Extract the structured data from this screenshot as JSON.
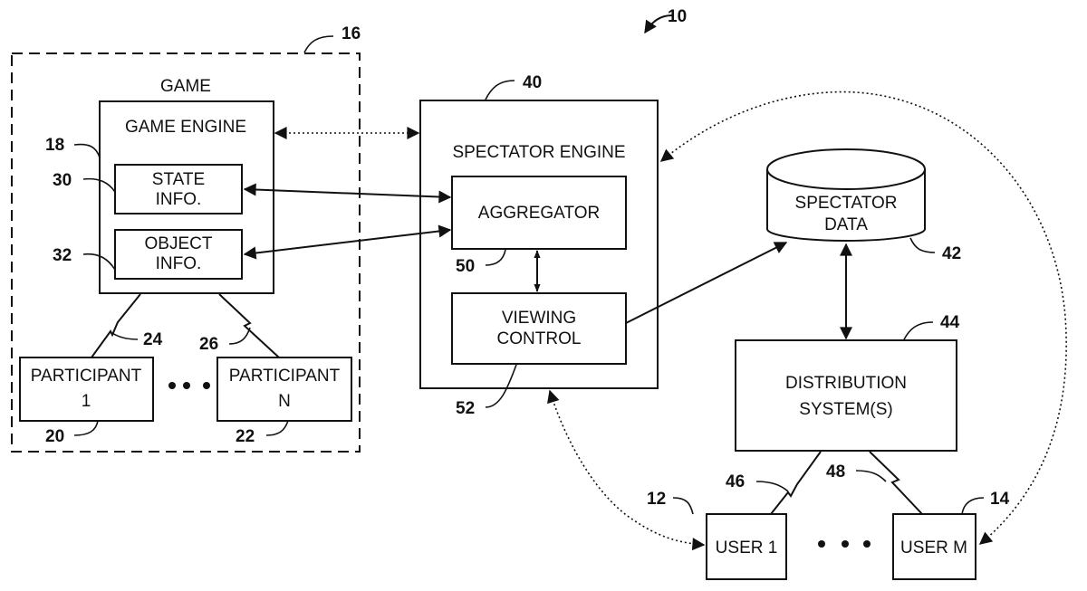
{
  "figure_ref": "10",
  "game_group": {
    "ref": "16",
    "title": "GAME"
  },
  "game_engine": {
    "ref": "18",
    "label": "GAME ENGINE"
  },
  "state_info": {
    "ref": "30",
    "line1": "STATE",
    "line2": "INFO."
  },
  "object_info": {
    "ref": "32",
    "line1": "OBJECT",
    "line2": "INFO."
  },
  "participant_1": {
    "ref": "20",
    "line1": "PARTICIPANT",
    "line2": "1"
  },
  "participant_n": {
    "ref": "22",
    "line1": "PARTICIPANT",
    "line2": "N"
  },
  "link_24": {
    "ref": "24"
  },
  "link_26": {
    "ref": "26"
  },
  "spectator_engine": {
    "ref": "40",
    "label": "SPECTATOR ENGINE"
  },
  "aggregator": {
    "ref": "50",
    "label": "AGGREGATOR"
  },
  "viewing_control": {
    "ref": "52",
    "line1": "VIEWING",
    "line2": "CONTROL"
  },
  "spectator_data": {
    "ref": "42",
    "line1": "SPECTATOR",
    "line2": "DATA"
  },
  "distribution": {
    "ref": "44",
    "line1": "DISTRIBUTION",
    "line2": "SYSTEM(S)"
  },
  "user_1": {
    "ref": "12",
    "label": "USER 1"
  },
  "user_m": {
    "ref": "14",
    "label": "USER M"
  },
  "link_46": {
    "ref": "46"
  },
  "link_48": {
    "ref": "48"
  }
}
